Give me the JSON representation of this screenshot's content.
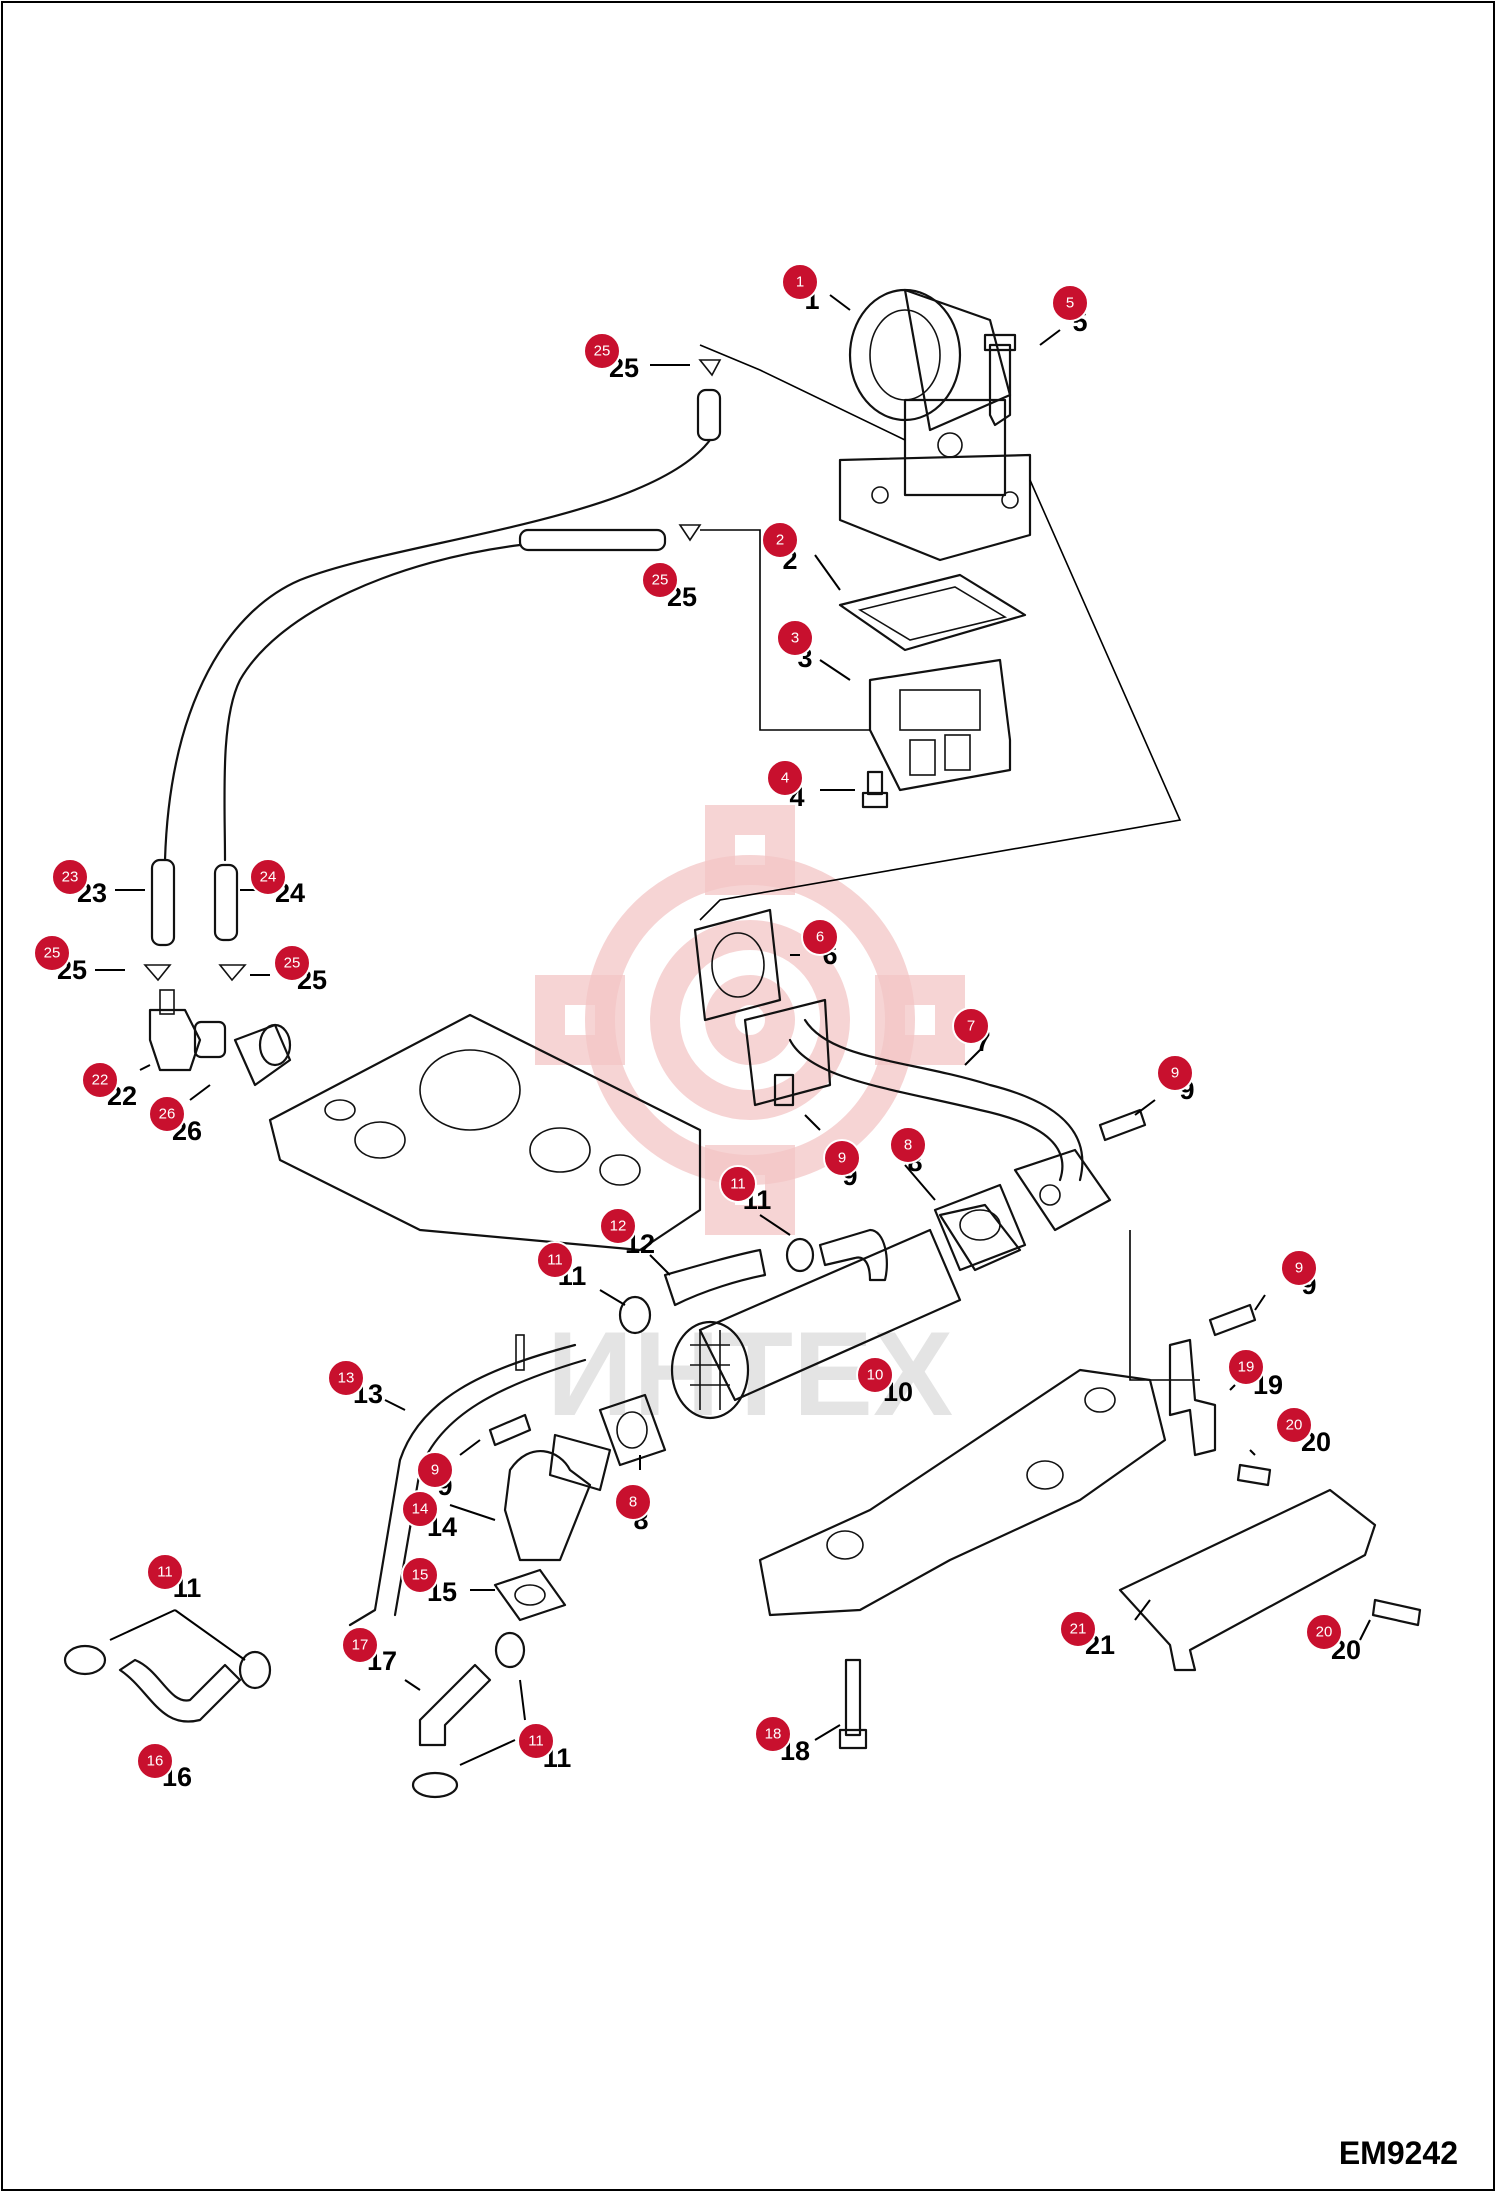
{
  "drawing": {
    "code": "EM9242",
    "watermark": "ИНТЕХ"
  },
  "theme": {
    "callout_color": "#c8102e",
    "line_color": "#111111",
    "watermark_color": "#f3c6c6"
  },
  "parts": [
    {
      "ref": "1",
      "callout": "1",
      "label": "1"
    },
    {
      "ref": "2",
      "callout": "2",
      "label": "2"
    },
    {
      "ref": "3",
      "callout": "3",
      "label": "3"
    },
    {
      "ref": "4",
      "callout": "4",
      "label": "4"
    },
    {
      "ref": "5",
      "callout": "5",
      "label": "5"
    },
    {
      "ref": "6",
      "callout": "6",
      "label": "6"
    },
    {
      "ref": "7",
      "callout": "7",
      "label": "7"
    },
    {
      "ref": "8a",
      "callout": "8",
      "label": "8"
    },
    {
      "ref": "8b",
      "callout": "8",
      "label": "8"
    },
    {
      "ref": "9a",
      "callout": "9",
      "label": "9"
    },
    {
      "ref": "9b",
      "callout": "9",
      "label": "9"
    },
    {
      "ref": "9c",
      "callout": "9",
      "label": "9"
    },
    {
      "ref": "9d",
      "callout": "9",
      "label": "9"
    },
    {
      "ref": "10",
      "callout": "10",
      "label": "10"
    },
    {
      "ref": "11a",
      "callout": "11",
      "label": "11"
    },
    {
      "ref": "11b",
      "callout": "11",
      "label": "11"
    },
    {
      "ref": "11c",
      "callout": "11",
      "label": "11"
    },
    {
      "ref": "11d",
      "callout": "11",
      "label": "11"
    },
    {
      "ref": "12",
      "callout": "12",
      "label": "12"
    },
    {
      "ref": "13",
      "callout": "13",
      "label": "13"
    },
    {
      "ref": "14",
      "callout": "14",
      "label": "14"
    },
    {
      "ref": "15",
      "callout": "15",
      "label": "15"
    },
    {
      "ref": "16",
      "callout": "16",
      "label": "16"
    },
    {
      "ref": "17",
      "callout": "17",
      "label": "17"
    },
    {
      "ref": "18",
      "callout": "18",
      "label": "18"
    },
    {
      "ref": "19",
      "callout": "19",
      "label": "19"
    },
    {
      "ref": "20a",
      "callout": "20",
      "label": "20"
    },
    {
      "ref": "20b",
      "callout": "20",
      "label": "20"
    },
    {
      "ref": "21",
      "callout": "21",
      "label": "21"
    },
    {
      "ref": "22",
      "callout": "22",
      "label": "22"
    },
    {
      "ref": "23",
      "callout": "23",
      "label": "23"
    },
    {
      "ref": "24",
      "callout": "24",
      "label": "24"
    },
    {
      "ref": "25a",
      "callout": "25",
      "label": "25"
    },
    {
      "ref": "25b",
      "callout": "25",
      "label": "25"
    },
    {
      "ref": "25c",
      "callout": "25",
      "label": "25"
    },
    {
      "ref": "25d",
      "callout": "25",
      "label": "25"
    },
    {
      "ref": "26",
      "callout": "26",
      "label": "26"
    }
  ]
}
